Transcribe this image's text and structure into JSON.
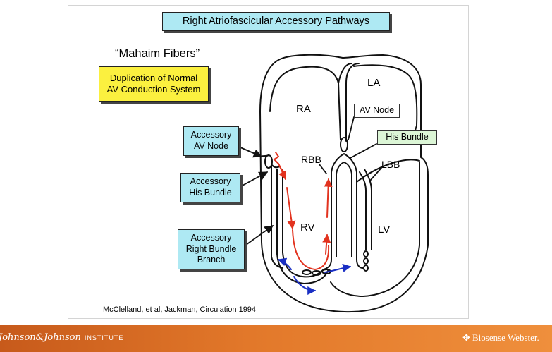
{
  "slide": {
    "title": "Right Atriofascicular Accessory Pathways",
    "subtitle": "“Mahaim Fibers”",
    "duplication_box": [
      "Duplication of Normal",
      "AV Conduction System"
    ],
    "accessory_av_node": [
      "Accessory",
      "AV Node"
    ],
    "accessory_his_bundle": [
      "Accessory",
      "His Bundle"
    ],
    "accessory_right_bundle_branch": [
      "Accessory",
      "Right Bundle",
      "Branch"
    ],
    "av_node_label": "AV Node",
    "his_bundle_label": "His Bundle",
    "chamber_labels": {
      "ra": "RA",
      "la": "LA",
      "rv": "RV",
      "lv": "LV"
    },
    "branch_labels": {
      "rbb": "RBB",
      "lbb": "LBB"
    },
    "citation": "McClelland, et al, Jackman, Circulation 1994"
  },
  "footer": {
    "left_logo": "Johnson&Johnson",
    "left_logo_suffix": "INSTITUTE",
    "right_logo": "Biosense Webster."
  },
  "colors": {
    "cyan_box": "#aee9f3",
    "yellow_box": "#fbf03f",
    "green_box": "#dcf6d6",
    "conduction_red": "#e2331f",
    "conduction_blue": "#1a2fc4",
    "footer_orange": "#e2782a"
  }
}
